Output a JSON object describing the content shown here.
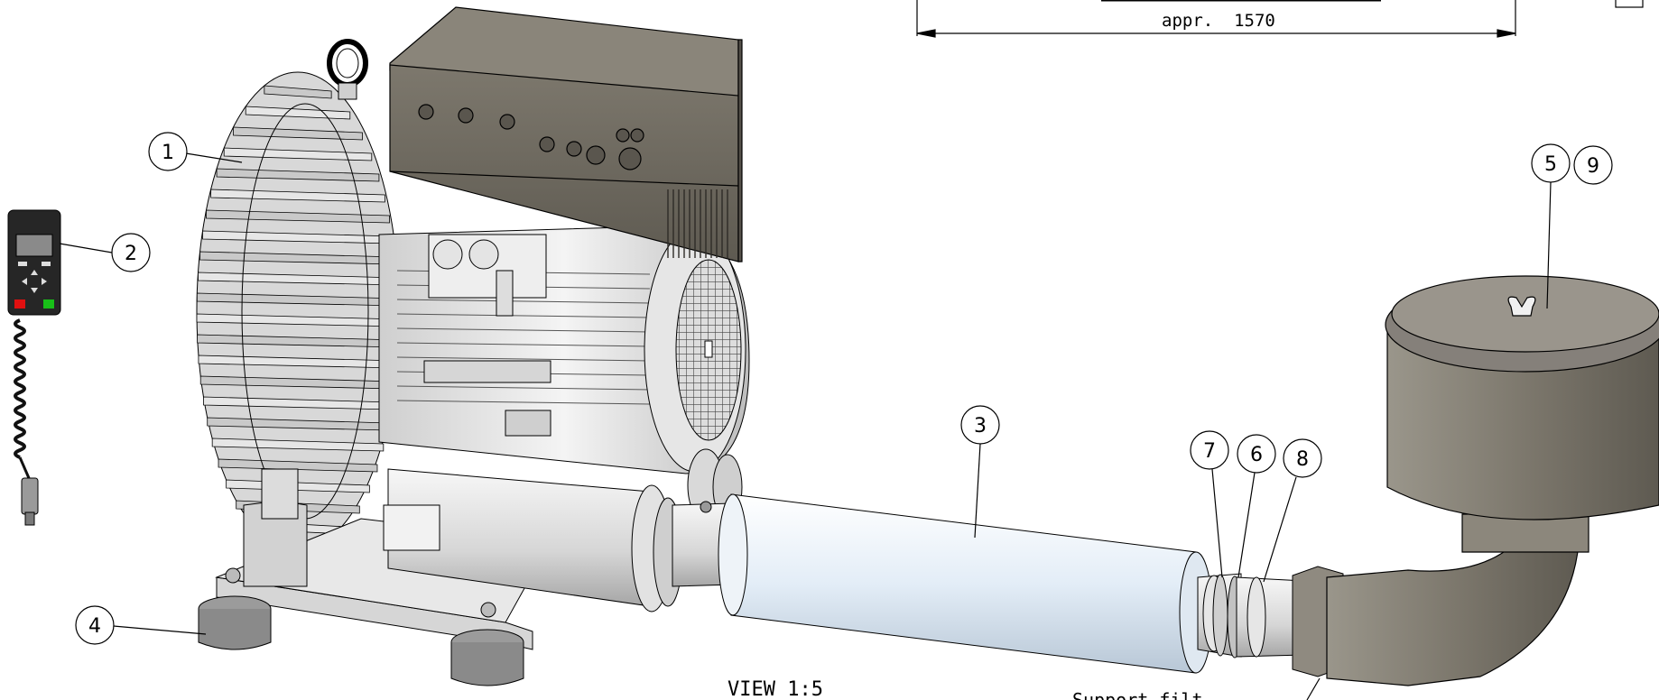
{
  "drawing": {
    "dimension_label": "appr.  1570",
    "view_label": "VIEW 1:5",
    "partial_note": "Support filt"
  },
  "callouts": [
    {
      "id": "1",
      "label": "1"
    },
    {
      "id": "2",
      "label": "2"
    },
    {
      "id": "3",
      "label": "3"
    },
    {
      "id": "4",
      "label": "4"
    },
    {
      "id": "5",
      "label": "5"
    },
    {
      "id": "9",
      "label": "9"
    },
    {
      "id": "7",
      "label": "7"
    },
    {
      "id": "6",
      "label": "6"
    },
    {
      "id": "8",
      "label": "8"
    }
  ],
  "colors": {
    "line": "#000000",
    "control_box": "#6f6a5f",
    "filter_housing": "#807b70",
    "pipe_light": "#e2ecf6",
    "metal_light": "#e9e9e9",
    "metal_mid": "#bdbdbd",
    "keypad_body": "#262626",
    "keypad_red": "#e01010",
    "keypad_green": "#18c018"
  }
}
